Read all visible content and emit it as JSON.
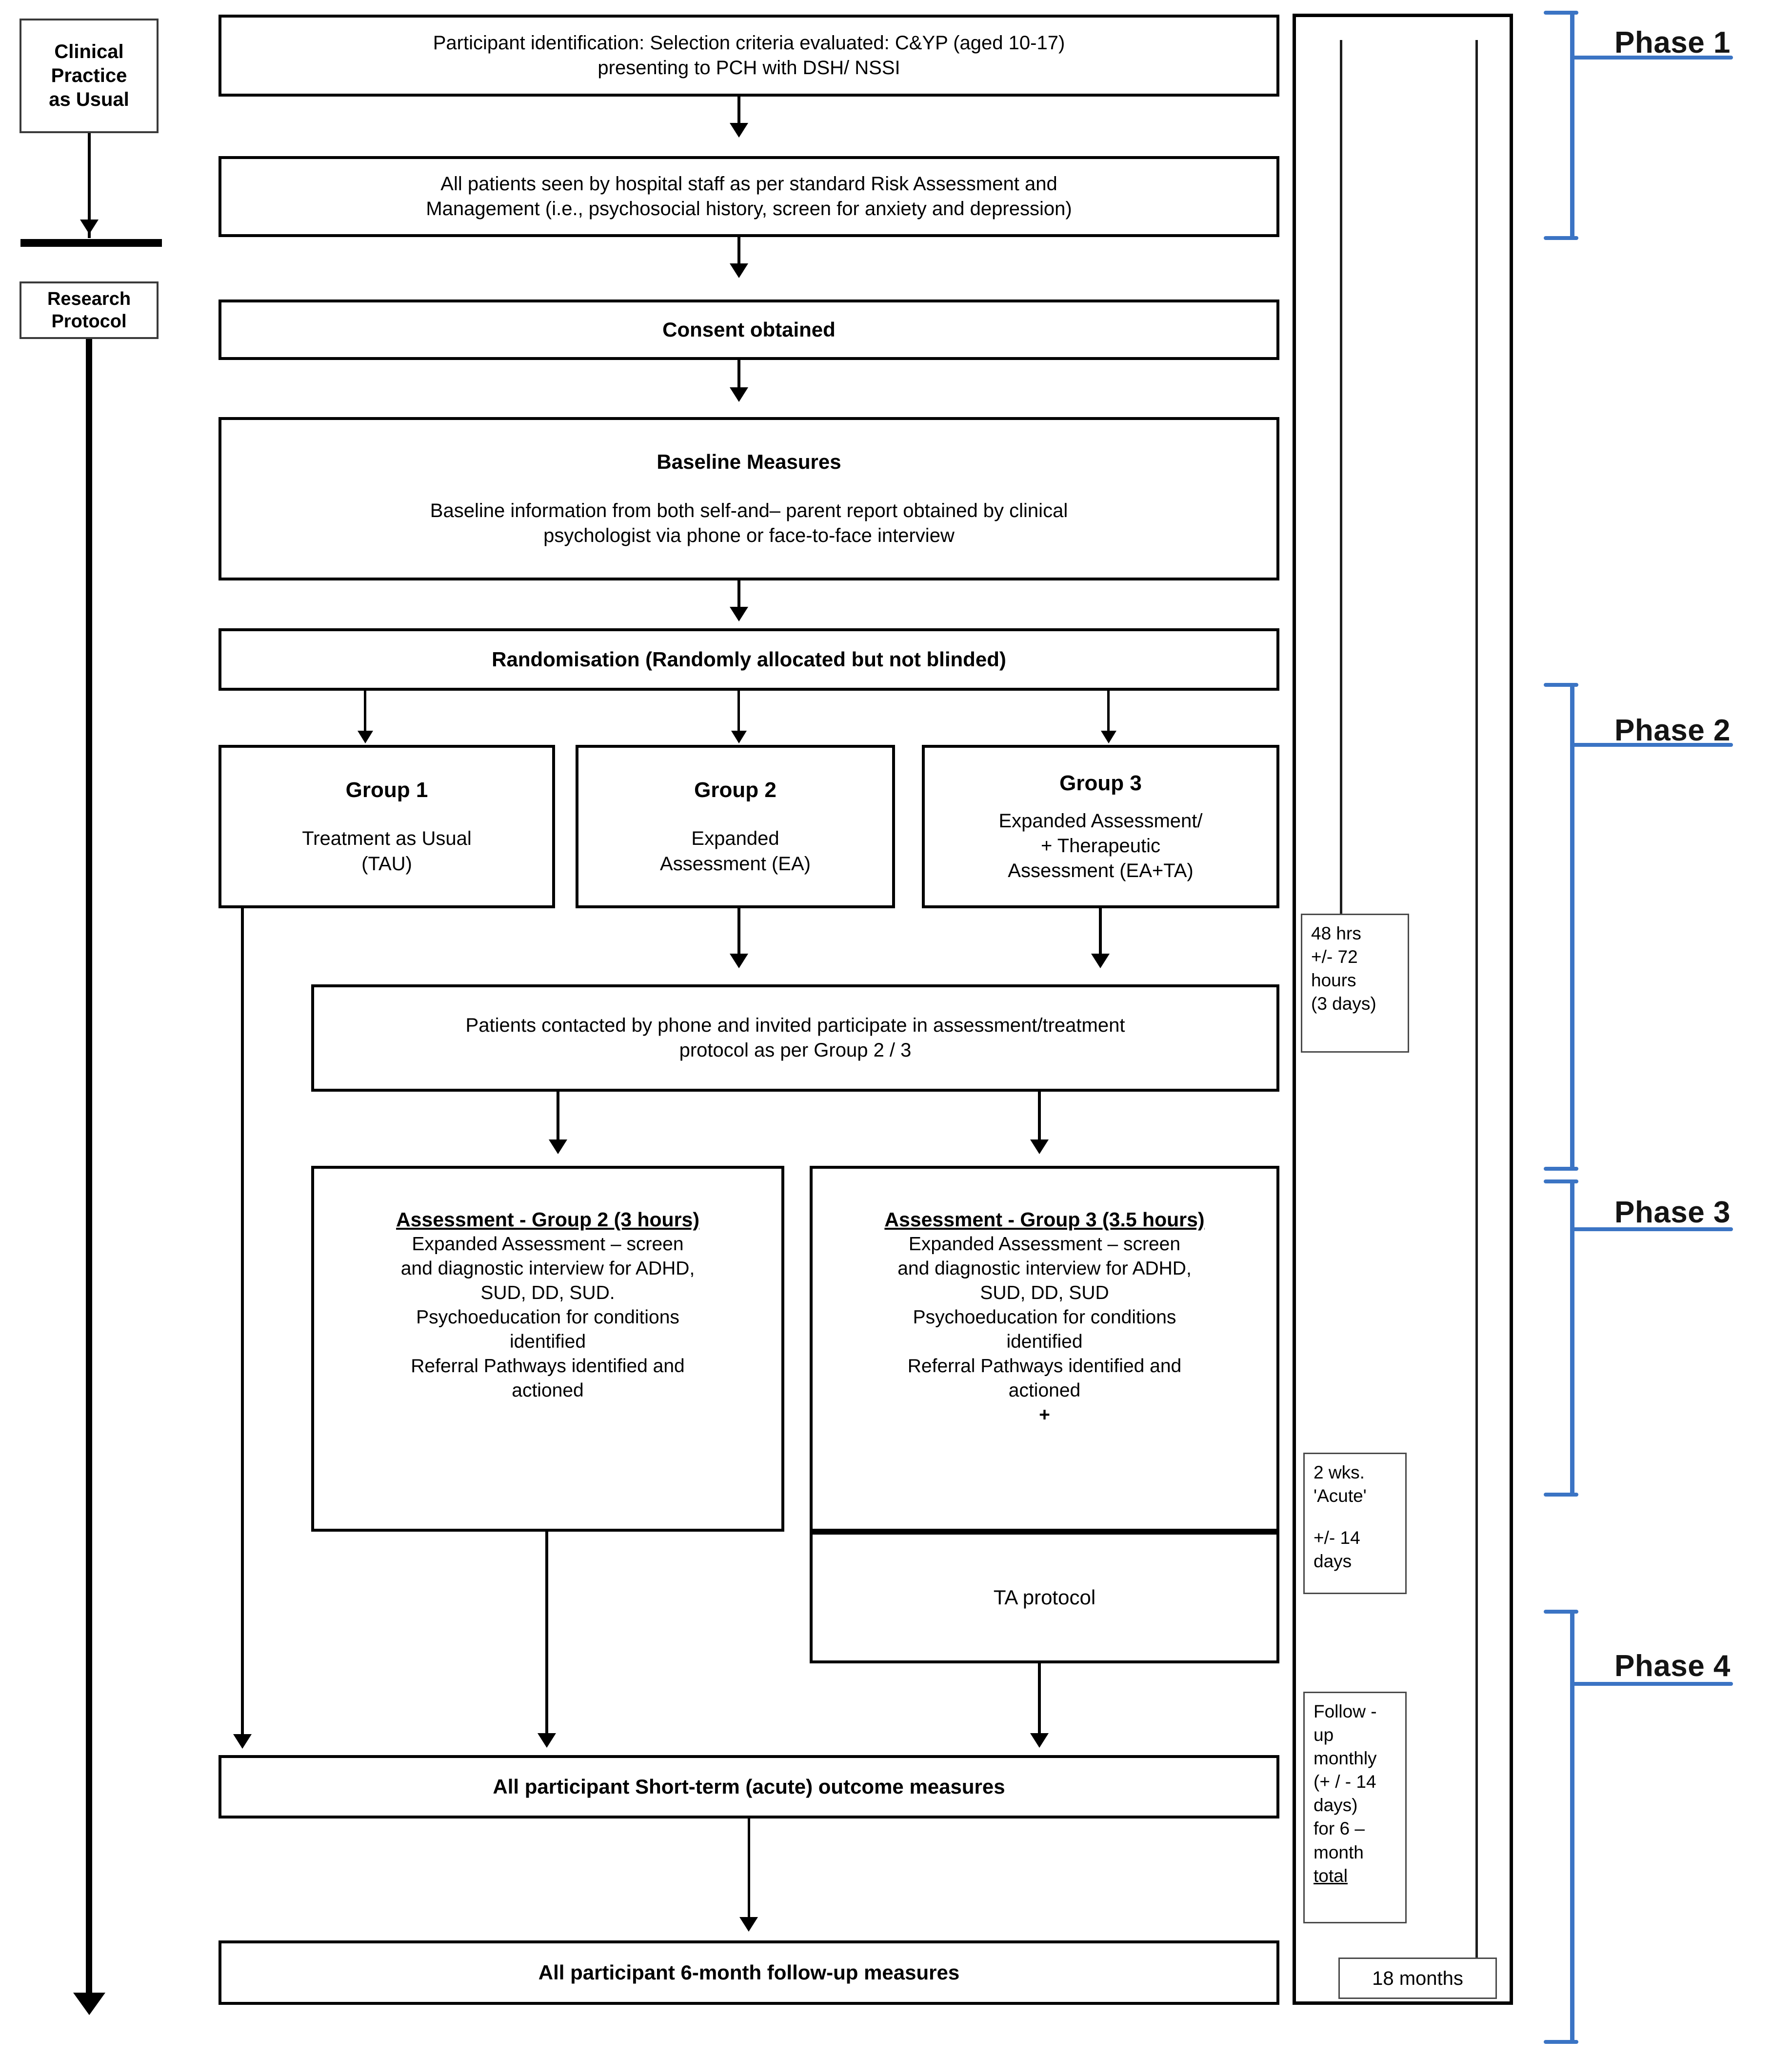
{
  "left_column": {
    "clinical_practice": "Clinical\nPractice\nas Usual",
    "clinical_practice_lines": [
      "Clinical",
      "Practice",
      "as Usual"
    ],
    "research_protocol_lines": [
      "Research",
      "Protocol"
    ]
  },
  "flow": {
    "participant_identification": [
      "Participant identification: Selection criteria evaluated: C&YP (aged 10-17)",
      "presenting to PCH with DSH/ NSSI"
    ],
    "risk_assessment": [
      "All patients seen by hospital staff as per standard Risk Assessment and",
      "Management (i.e., psychosocial history, screen for anxiety and depression)"
    ],
    "consent": "Consent obtained",
    "baseline_title": "Baseline Measures",
    "baseline_body": [
      "Baseline information from both self-and– parent report obtained by clinical",
      "psychologist via phone or face-to-face interview"
    ],
    "randomisation": "Randomisation (Randomly allocated but not blinded)",
    "group1": {
      "title": "Group 1",
      "body": [
        "Treatment as Usual",
        "(TAU)"
      ]
    },
    "group2": {
      "title": "Group 2",
      "body": [
        "Expanded",
        "Assessment (EA)"
      ]
    },
    "group3": {
      "title": "Group 3",
      "body": [
        "Expanded Assessment/",
        "+ Therapeutic",
        "Assessment (EA+TA)"
      ]
    },
    "contacted": [
      "Patients contacted by phone and invited participate in assessment/treatment",
      "protocol as per Group 2 / 3"
    ],
    "assessment_group2": {
      "title": "Assessment - Group 2 (3 hours)",
      "body": [
        "Expanded Assessment – screen",
        "and diagnostic interview for ADHD,",
        "SUD, DD, SUD.",
        "Psychoeducation for conditions",
        "identified",
        "Referral Pathways identified and",
        "actioned"
      ]
    },
    "assessment_group3": {
      "title": "Assessment - Group 3 (3.5 hours)",
      "body": [
        "Expanded Assessment – screen",
        "and diagnostic interview for ADHD,",
        "SUD, DD, SUD",
        "Psychoeducation for conditions",
        "identified",
        "Referral Pathways identified and",
        "actioned",
        "+"
      ]
    },
    "ta_protocol": "TA protocol",
    "short_term_outcomes": "All participant Short-term (acute) outcome measures",
    "six_month_followup": "All participant 6-month follow-up measures"
  },
  "timeline": {
    "acute_window_lines": [
      "48 hrs",
      "+/- 72",
      "hours",
      "(3 days)"
    ],
    "two_weeks_lines": [
      "2 wks.",
      "'Acute'",
      "",
      "+/- 14",
      "days"
    ],
    "followup_lines": [
      "Follow -",
      "up",
      "monthly",
      "(+ / - 14",
      "days)",
      "for 6 –",
      "month",
      "total"
    ],
    "total_duration": "18 months"
  },
  "phases": [
    {
      "label": "Phase 1"
    },
    {
      "label": "Phase 2"
    },
    {
      "label": "Phase 3"
    },
    {
      "label": "Phase 4"
    }
  ],
  "colors": {
    "bracket_blue": "#3b74c4",
    "node_border": "#000000",
    "background": "#ffffff"
  }
}
